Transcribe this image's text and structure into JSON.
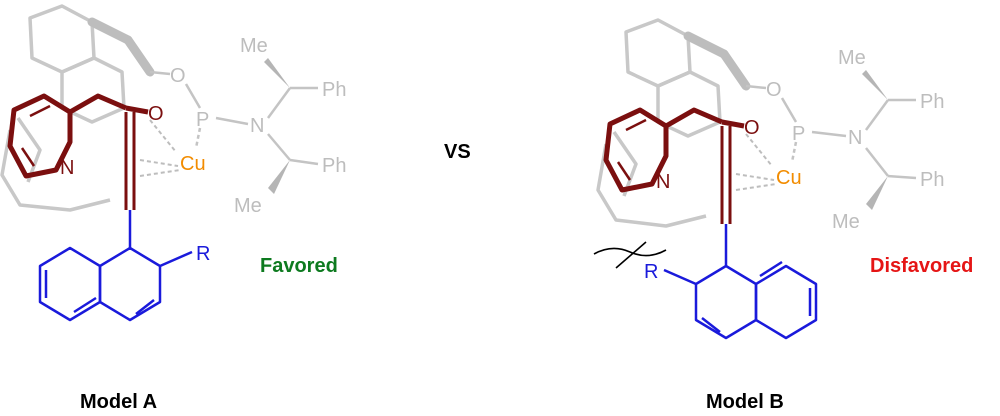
{
  "center": {
    "label": "VS"
  },
  "colors": {
    "ligand": "#bdbdbd",
    "ligand_ring": "#c8c8c8",
    "substrate": "#7b0f0f",
    "naphthyl": "#1a1adb",
    "copper": "#f28c00",
    "favored": "#0d7a1f",
    "disfavored": "#e51515",
    "text": "#000000"
  },
  "model_a": {
    "caption": "Model A",
    "outcome": "Favored",
    "atoms": {
      "O_ether": "O",
      "P": "P",
      "N_amine": "N",
      "N_pyridine": "N",
      "O_carbonyl": "O",
      "Cu": "Cu",
      "R": "R"
    },
    "groups": {
      "methyl_top": "Me",
      "phenyl_top": "Ph",
      "methyl_bottom": "Me",
      "phenyl_bottom": "Ph"
    }
  },
  "model_b": {
    "caption": "Model B",
    "outcome": "Disfavored",
    "atoms": {
      "O_ether": "O",
      "P": "P",
      "N_amine": "N",
      "N_pyridine": "N",
      "O_carbonyl": "O",
      "Cu": "Cu",
      "R": "R"
    },
    "groups": {
      "methyl_top": "Me",
      "phenyl_top": "Ph",
      "methyl_bottom": "Me",
      "phenyl_bottom": "Ph"
    }
  }
}
